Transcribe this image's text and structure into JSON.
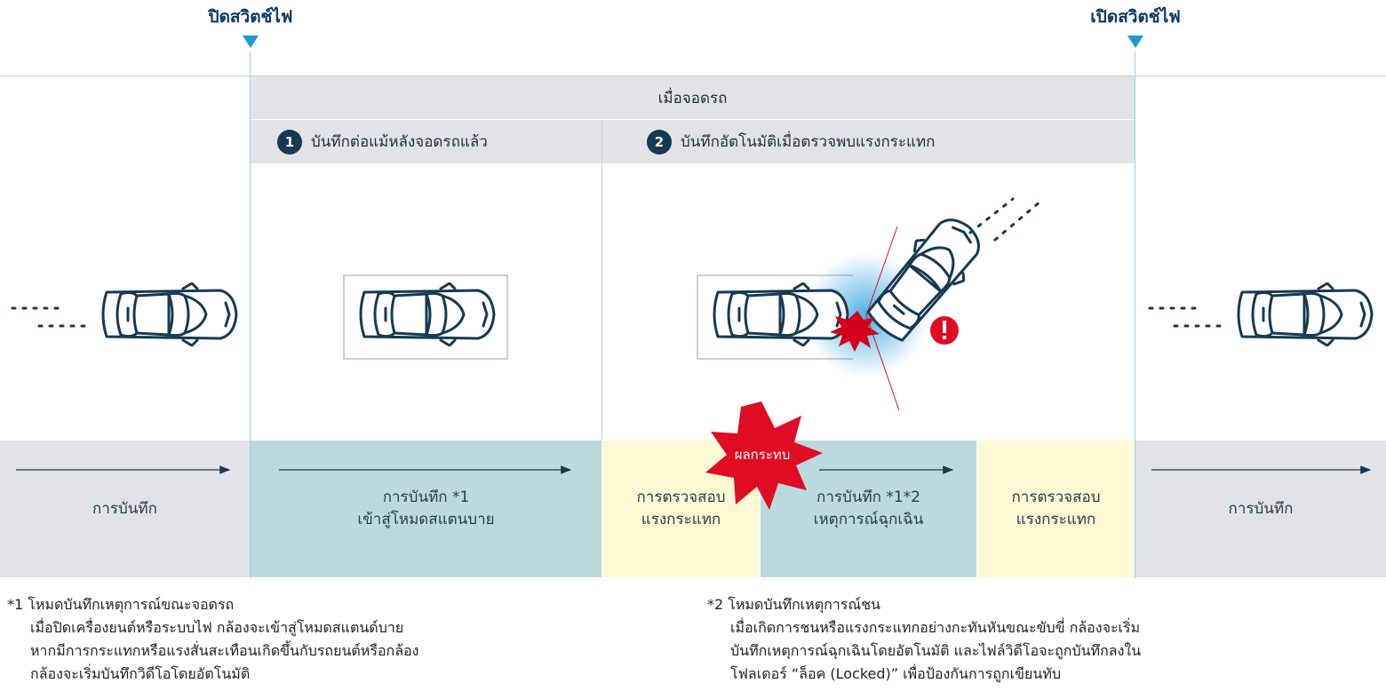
{
  "markers": {
    "off": "ปิดสวิตช์ไฟ",
    "on": "เปิดสวิตช์ไฟ"
  },
  "parked_header": "เมื่อจอดรถ",
  "modes": [
    {
      "num": "1",
      "label": "บันทึกต่อแม้หลังจอดรถแล้ว"
    },
    {
      "num": "2",
      "label": "บันทึกอัตโนมัติเมื่อตรวจพบแรงกระแทก"
    }
  ],
  "impact_label": "ผลกระทบ",
  "alert_icon": "exclamation-icon",
  "colors": {
    "accent": "#1a9ad6",
    "impact": "#e00c23",
    "car_outline": "#163a52"
  },
  "bands": {
    "rec_left": "การบันทึก",
    "standby": [
      "การบันทึก *1",
      "เข้าสู่โหมดสแตนบาย"
    ],
    "detect_1": [
      "การตรวจสอบ",
      "แรงกระแทก"
    ],
    "emergency": [
      "การบันทึก *1*2",
      "เหตุการณ์ฉุกเฉิน"
    ],
    "detect_2": [
      "การตรวจสอบ",
      "แรงกระแทก"
    ],
    "rec_right": "การบันทึก"
  },
  "notes": {
    "n1": {
      "title": "*1 โหมดบันทึกเหตุการณ์ขณะจอดรถ",
      "lines": [
        "เมื่อปิดเครื่องยนต์หรือระบบไฟ กล้องจะเข้าสู่โหมดสแตนด์บาย",
        "หากมีการกระแทกหรือแรงสั่นสะเทือนเกิดขึ้นกับรถยนต์หรือกล้อง",
        "กล้องจะเริ่มบันทึกวิดีโอโดยอัตโนมัติ"
      ]
    },
    "n2": {
      "title": "*2 โหมดบันทึกเหตุการณ์ชน",
      "lines": [
        "เมื่อเกิดการชนหรือแรงกระแทกอย่างกะทันหันขณะขับขี่ กล้องจะเริ่ม",
        "บันทึกเหตุการณ์ฉุกเฉินโดยอัตโนมัติ และไฟล์วิดีโอจะถูกบันทึกลงใน",
        "โฟลเดอร์ “ล็อค (Locked)” เพื่อป้องกันการถูกเขียนทับ"
      ]
    }
  }
}
